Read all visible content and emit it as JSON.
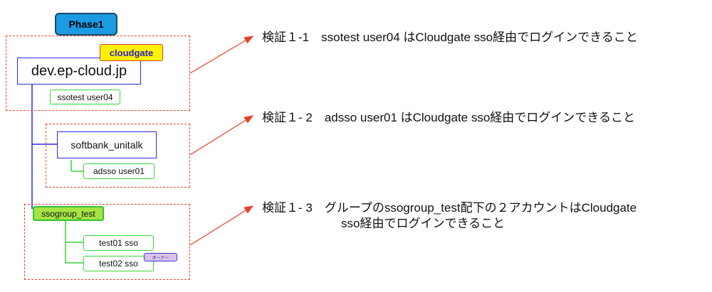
{
  "phase_label": "Phase1",
  "nodes": {
    "cloudgate": "cloudgate",
    "domain": "dev.ep-cloud.jp",
    "user_ssotest": "ssotest user04",
    "softbank": "softbank_unitalk",
    "user_adsso": "adsso user01",
    "ssogroup": "ssogroup_test",
    "user_test01": "test01 sso",
    "user_test02": "test02 sso",
    "owner_badge": "オーナー"
  },
  "notes": {
    "note1": "検証１-1　ssotest user04 はCloudgate sso経由でログインできること",
    "note2": "検証１- 2　adsso user01 はCloudgate sso経由でログインできること",
    "note3_line1": "検証１- 3　グループのssogroup_test配下の２アカウントはCloudgate",
    "note3_line2": "sso経由でログインできること"
  },
  "colors": {
    "dashed_border": "#f0432a",
    "connector_blue": "#2b2bdc",
    "connector_green": "#38d438",
    "arrow": "#e8402a",
    "phase_fill": "#1c9be2",
    "cloudgate_fill": "#fff200",
    "group_fill": "#a5e444"
  }
}
